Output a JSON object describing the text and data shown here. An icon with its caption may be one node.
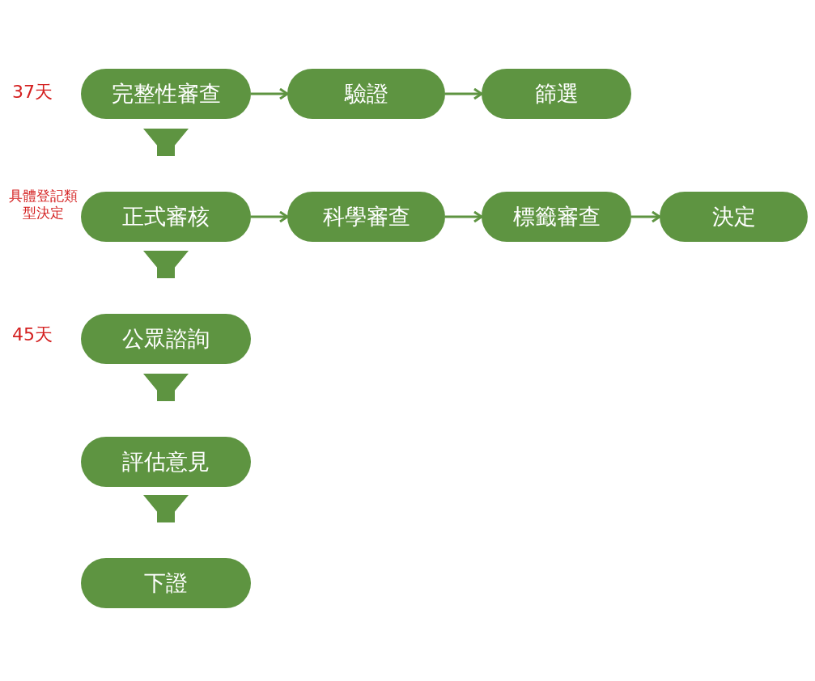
{
  "diagram": {
    "nodes": [
      {
        "text": [
          "完整性審查"
        ],
        "beside": [
          "37天"
        ]
      },
      {
        "text": [
          "驗證"
        ]
      },
      {
        "text": [
          "篩選"
        ]
      },
      {
        "text": [
          "正式審核"
        ],
        "beside": [
          "具體登記類型決定"
        ]
      },
      {
        "text": [
          "科學審查"
        ]
      },
      {
        "text": [
          "標籤審查"
        ]
      },
      {
        "text": [
          "決定"
        ]
      },
      {
        "text": [
          "公眾諮詢"
        ],
        "beside": [
          "45天"
        ]
      },
      {
        "text": [
          "評估意見"
        ]
      },
      {
        "text": [
          "下證"
        ]
      }
    ],
    "edges": [
      {
        "from": 0,
        "to": 1,
        "arrow": "to"
      },
      {
        "from": 1,
        "to": 2,
        "arrow": "to"
      },
      {
        "from": 0,
        "to": 3,
        "arrow": "to",
        "style": "thick"
      },
      {
        "from": 3,
        "to": 4,
        "arrow": "to"
      },
      {
        "from": 4,
        "to": 5,
        "arrow": "to"
      },
      {
        "from": 5,
        "to": 6,
        "arrow": "to"
      },
      {
        "from": 3,
        "to": 7,
        "arrow": "to",
        "style": "thick"
      },
      {
        "from": 7,
        "to": 8,
        "arrow": "to",
        "style": "thick"
      },
      {
        "from": 8,
        "to": 9,
        "arrow": "to",
        "style": "thick"
      }
    ]
  }
}
